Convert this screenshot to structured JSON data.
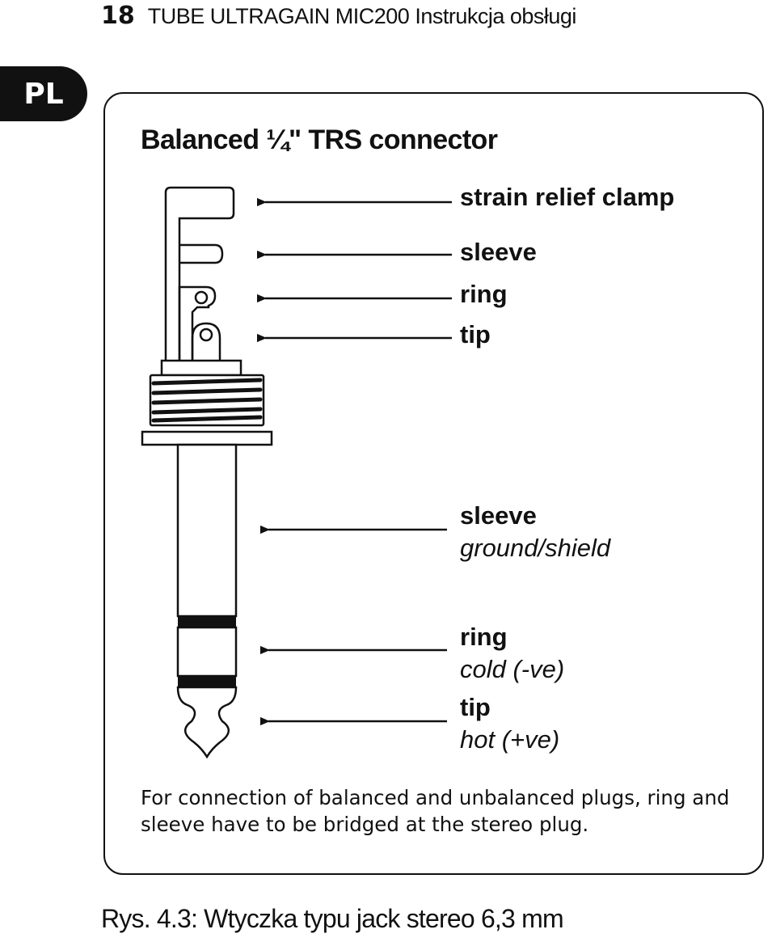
{
  "header": {
    "page_number": "18",
    "doc_title": "TUBE ULTRAGAIN MIC200 Instrukcja obsługi"
  },
  "lang_tab": "PL",
  "diagram": {
    "title": "Balanced ¼\" TRS connector",
    "labels": {
      "strain_relief_clamp": "strain relief clamp",
      "top_sleeve": "sleeve",
      "top_ring": "ring",
      "top_tip": "tip",
      "sleeve": "sleeve",
      "sleeve_desc": "ground/shield",
      "ring": "ring",
      "ring_desc": "cold (-ve)",
      "tip": "tip",
      "tip_desc": "hot (+ve)"
    },
    "note": "For connection of balanced and unbalanced plugs, ring and sleeve have to be bridged at the stereo plug."
  },
  "caption": "Rys. 4.3: Wtyczka typu jack stereo 6,3 mm"
}
